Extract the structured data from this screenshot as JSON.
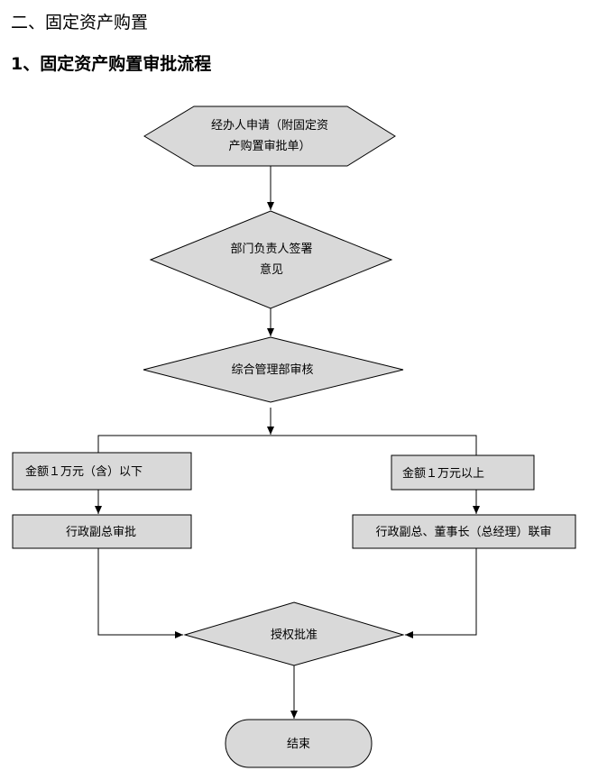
{
  "headings": {
    "section": "二、固定资产购置",
    "subsection": "1、固定资产购置审批流程"
  },
  "flow": {
    "apply_line1": "经办人申请（附固定资",
    "apply_line2": "产购置审批单）",
    "dept_line1": "部门负责人签署",
    "dept_line2": "意见",
    "admin_review": "综合管理部审核",
    "below_10k": "金额１万元（含）以下",
    "above_10k": "金额１万元以上",
    "vp_approve": "行政副总审批",
    "joint_review": "行政副总、董事长（总经理）联审",
    "authorize": "授权批准",
    "end": "结束"
  },
  "colors": {
    "shape_fill": "#d9d9d9",
    "stroke": "#000000"
  }
}
